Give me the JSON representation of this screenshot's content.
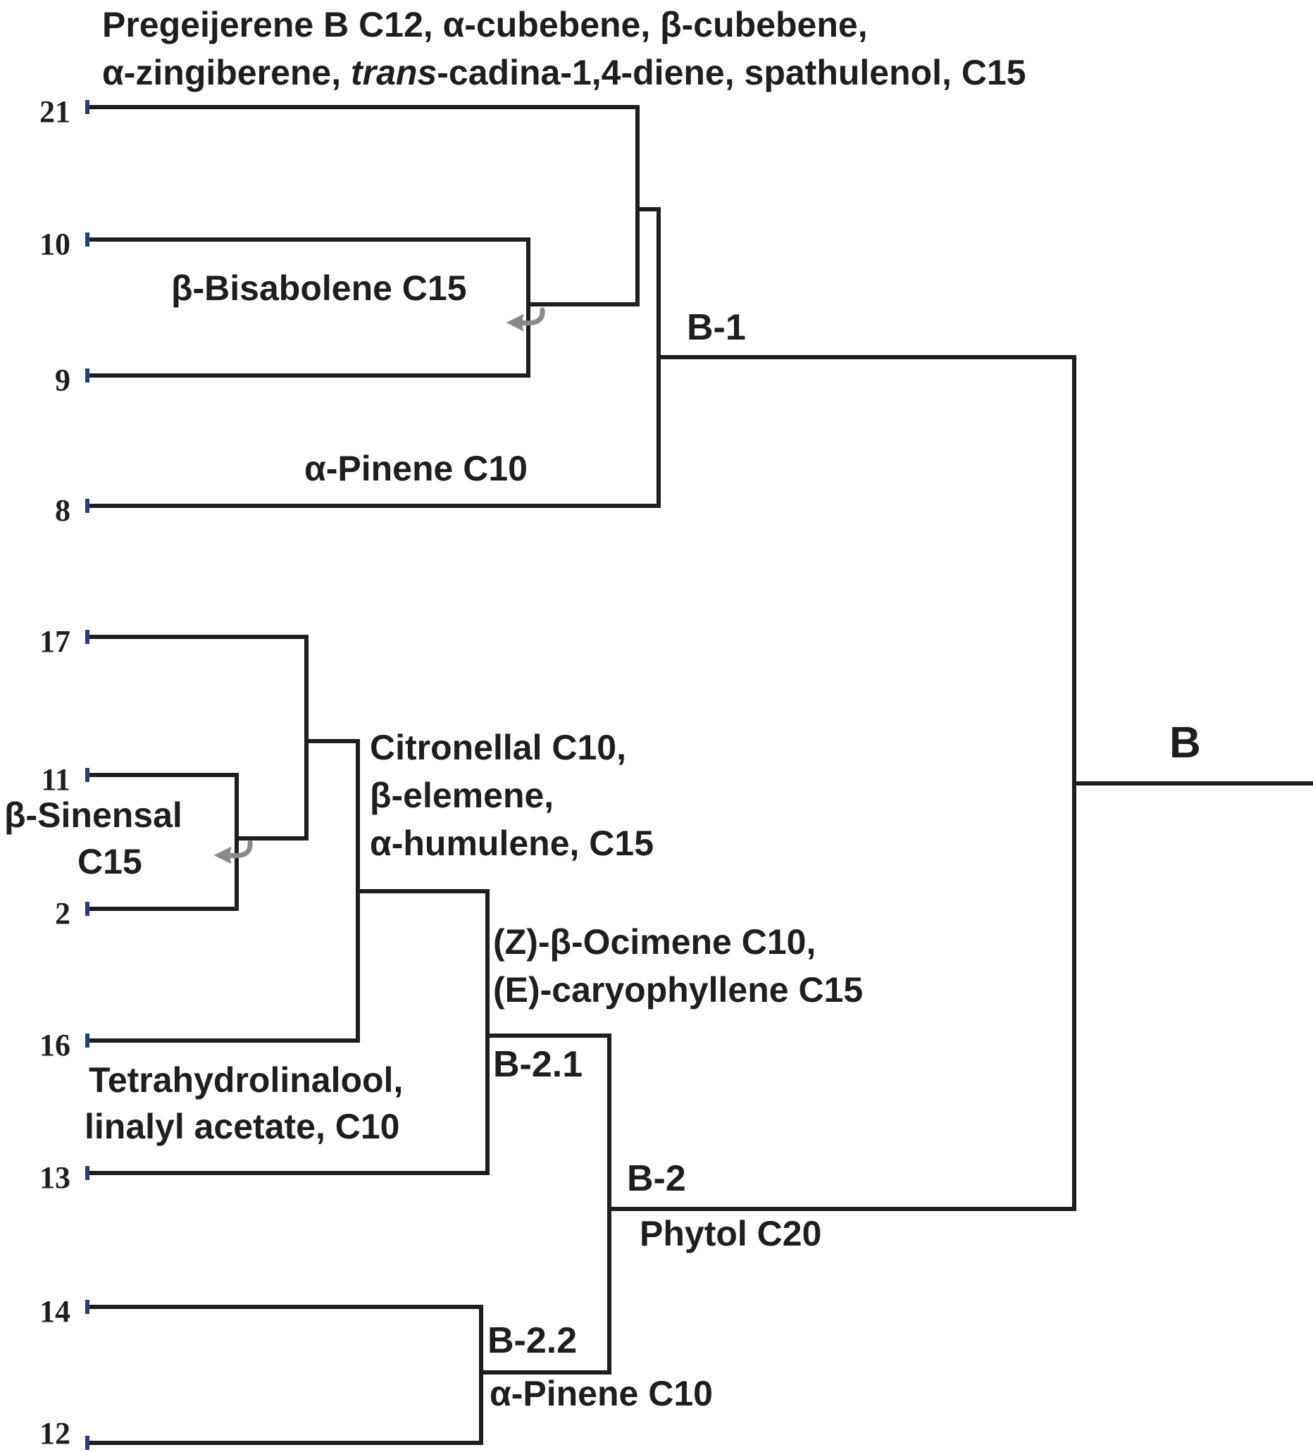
{
  "leaves": [
    "21",
    "10",
    "9",
    "8",
    "17",
    "11",
    "2",
    "16",
    "13",
    "14",
    "12"
  ],
  "clusters": {
    "root": "B",
    "b1": "B-1",
    "b2": "B-2",
    "b21": "B-2.1",
    "b22": "B-2.2"
  },
  "annotations": {
    "top_line1": "Pregeijerene B C12, α-cubebene, β-cubebene,",
    "top_line2_a": "α-zingiberene, ",
    "top_line2_b": "trans",
    "top_line2_c": "-cadina-1,4-diene, spathulenol, C15",
    "bisabolene": "β-Bisabolene C15",
    "pinene_b1": "α-Pinene C10",
    "citronellal_1": "Citronellal C10,",
    "citronellal_2": "β-elemene,",
    "citronellal_3": "α-humulene, C15",
    "sinensal_1": "β-Sinensal",
    "sinensal_2": "C15",
    "ocimene_1": "(Z)-β-Ocimene C10,",
    "ocimene_2": "(E)-caryophyllene C15",
    "tetrahydro_1": "Tetrahydrolinalool,",
    "tetrahydro_2": "linalyl acetate, C10",
    "phytol": "Phytol C20",
    "pinene_b22": "α-Pinene C10"
  },
  "colors": {
    "line": "#1e1e1e",
    "tick": "#2a3d7a",
    "arrow": "#8a8a8a"
  }
}
